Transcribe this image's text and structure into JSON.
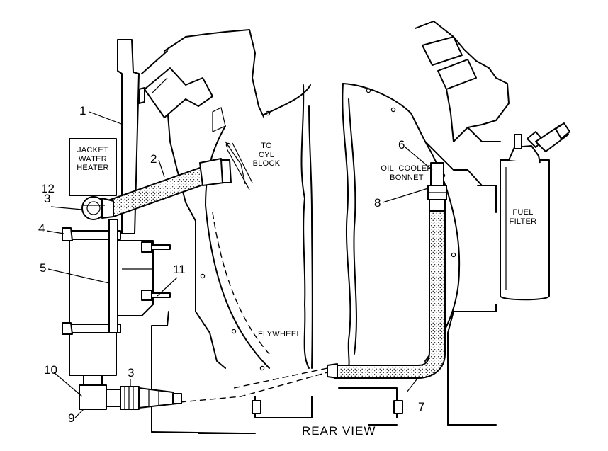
{
  "title": "REAR VIEW",
  "captions": {
    "jacket_water_heater": [
      "JACKET",
      "WATER",
      "HEATER"
    ],
    "to_cyl_block": [
      "TO",
      "CYL",
      "BLOCK"
    ],
    "oil_cooler_bonnet": [
      "OIL  COOLER",
      "BONNET"
    ],
    "fuel_filter": [
      "FUEL",
      "FILTER"
    ],
    "flywheel": "FLYWHEEL"
  },
  "callouts": {
    "c1": "1",
    "c2": "2",
    "c3a": "3",
    "c3b": "3",
    "c4": "4",
    "c5": "5",
    "c6": "6",
    "c7": "7",
    "c8": "8",
    "c9": "9",
    "c10": "10",
    "c11": "11",
    "c12": "12"
  }
}
